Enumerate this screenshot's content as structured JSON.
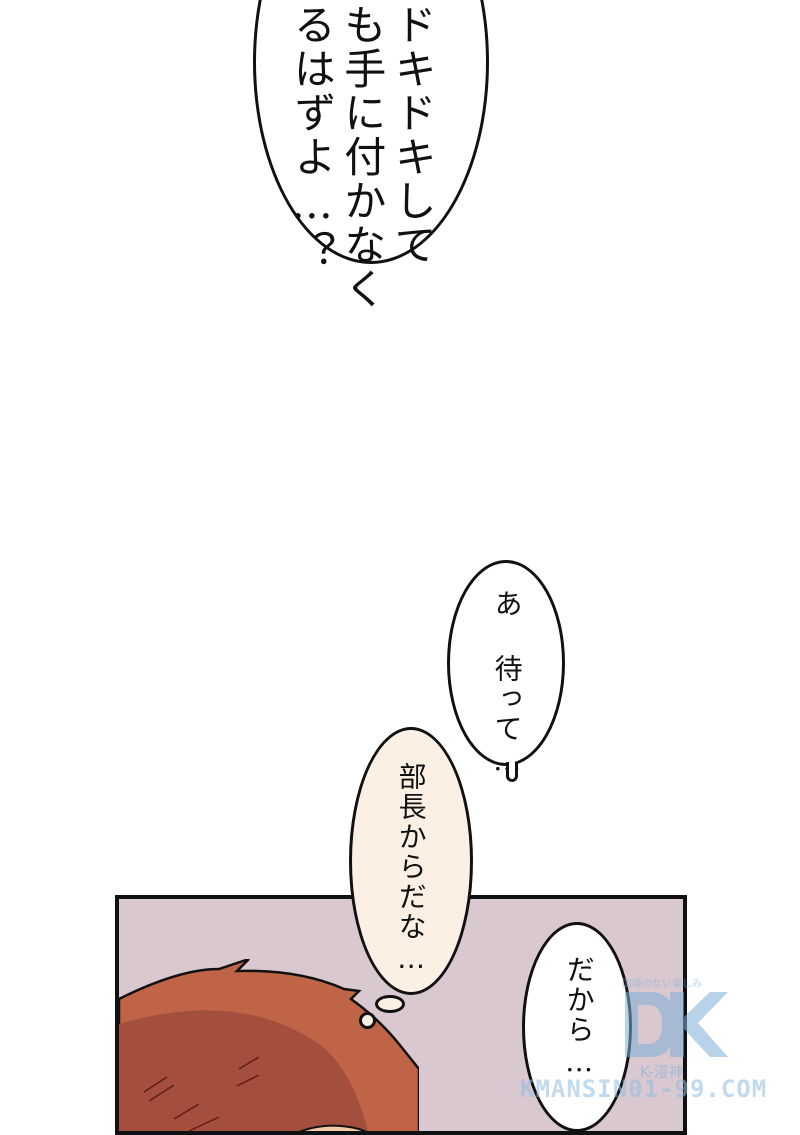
{
  "page": {
    "background": "#ffffff"
  },
  "bubbles": {
    "top": {
      "text": "ドキドキして\nも手に付かなく\nるはずよ…？",
      "columns": [
        "ドキドキして",
        "も手に付かなく",
        "るはずよ…？"
      ],
      "style": "speech"
    },
    "wait": {
      "text": "あ 待って…",
      "style": "speech"
    },
    "thought": {
      "text": "部長からだな…",
      "style": "thought",
      "fill": "#fcefe4"
    },
    "dakara": {
      "text": "だから…",
      "style": "speech"
    }
  },
  "panel": {
    "background": "#d9c8cf",
    "border": "#111111",
    "character": {
      "hair_light": "#bf6446",
      "hair_dark": "#a44f3e",
      "skin": "#f3c9a6"
    }
  },
  "watermark": {
    "tagline": "国境のない楽しみ",
    "logo_letters": "DK",
    "subtitle": "K-漫神",
    "url": "KMANSIN01-99.COM",
    "color": "#7fb0d8"
  }
}
